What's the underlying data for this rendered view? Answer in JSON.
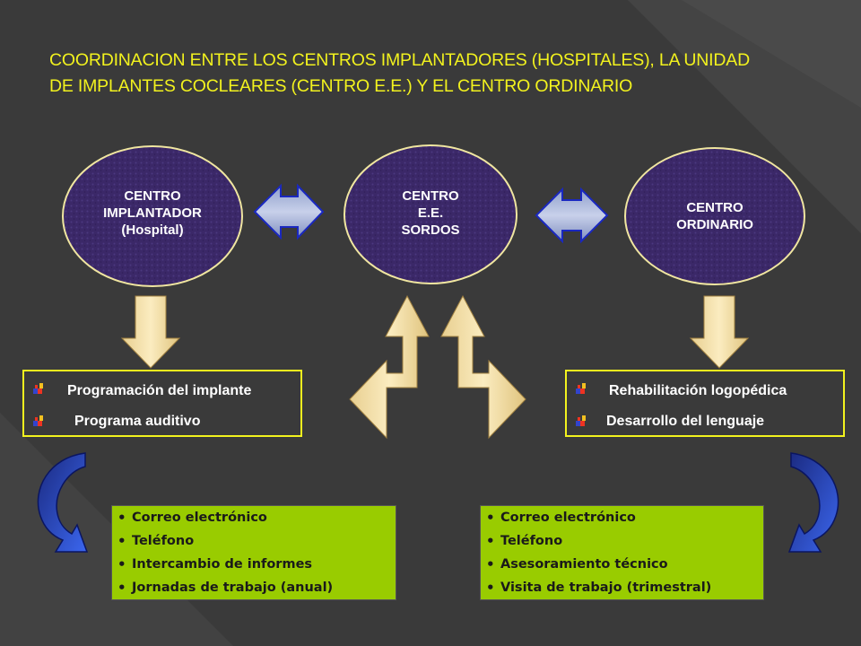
{
  "title": {
    "line1": "COORDINACION ENTRE LOS  CENTROS  IMPLANTADORES (HOSPITALES), LA UNIDAD",
    "line2": "DE  IMPLANTES  COCLEARES  (CENTRO E.E.) Y EL CENTRO   ORDINARIO"
  },
  "nodes": {
    "implantador": {
      "line1": "CENTRO",
      "line2": "IMPLANTADOR",
      "line3": "(Hospital)"
    },
    "ee": {
      "line1": "CENTRO",
      "line2": "E.E.",
      "line3": "SORDOS"
    },
    "ordinario": {
      "line1": "CENTRO",
      "line2": "ORDINARIO"
    }
  },
  "left_box": {
    "item1": "Programación del implante",
    "item2": "Programa  auditivo"
  },
  "right_box": {
    "item1": "Rehabilitación logopédica",
    "item2": "Desarrollo  del  lenguaje"
  },
  "left_list": [
    "Correo electrónico",
    "Teléfono",
    "Intercambio de informes",
    "Jornadas de trabajo (anual)"
  ],
  "right_list": [
    "Correo electrónico",
    "Teléfono",
    "Asesoramiento técnico",
    "Visita de trabajo (trimestral)"
  ],
  "colors": {
    "background": "#3a3a3a",
    "title": "#f2f21e",
    "oval_fill": "#3d2a6a",
    "oval_border": "#f0e6a0",
    "green_box": "#99cc00",
    "arrow_tan": "#f0dca0",
    "arrow_blue": "#3355cc"
  }
}
